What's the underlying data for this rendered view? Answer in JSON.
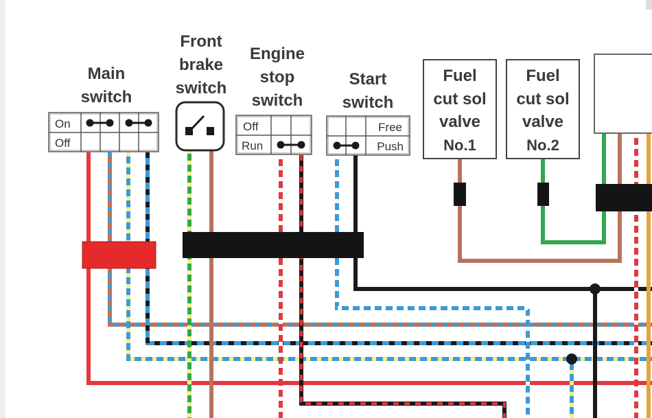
{
  "switches": {
    "main": {
      "title": [
        "Main",
        "switch"
      ],
      "rows": [
        "On",
        "Off"
      ]
    },
    "front_brake": {
      "title": [
        "Front",
        "brake",
        "switch"
      ]
    },
    "engine_stop": {
      "title": [
        "Engine",
        "stop",
        "switch"
      ],
      "rows": [
        "Off",
        "Run"
      ]
    },
    "start": {
      "title": [
        "Start",
        "switch"
      ],
      "rows": [
        "Free",
        "Push"
      ]
    }
  },
  "valves": [
    {
      "lines": [
        "Fuel",
        "cut sol",
        "valve",
        "No.1"
      ]
    },
    {
      "lines": [
        "Fuel",
        "cut sol",
        "valve",
        "No.2"
      ]
    }
  ],
  "colors": {
    "red": "#e2383f",
    "brown": "#b8735a",
    "blue": "#3d9ad6",
    "green": "#31a84f",
    "black": "#1a1a1a",
    "orange": "#e8a33c",
    "yellow_stripe": "#f4f18a",
    "connector_red": "#e42a2a"
  }
}
